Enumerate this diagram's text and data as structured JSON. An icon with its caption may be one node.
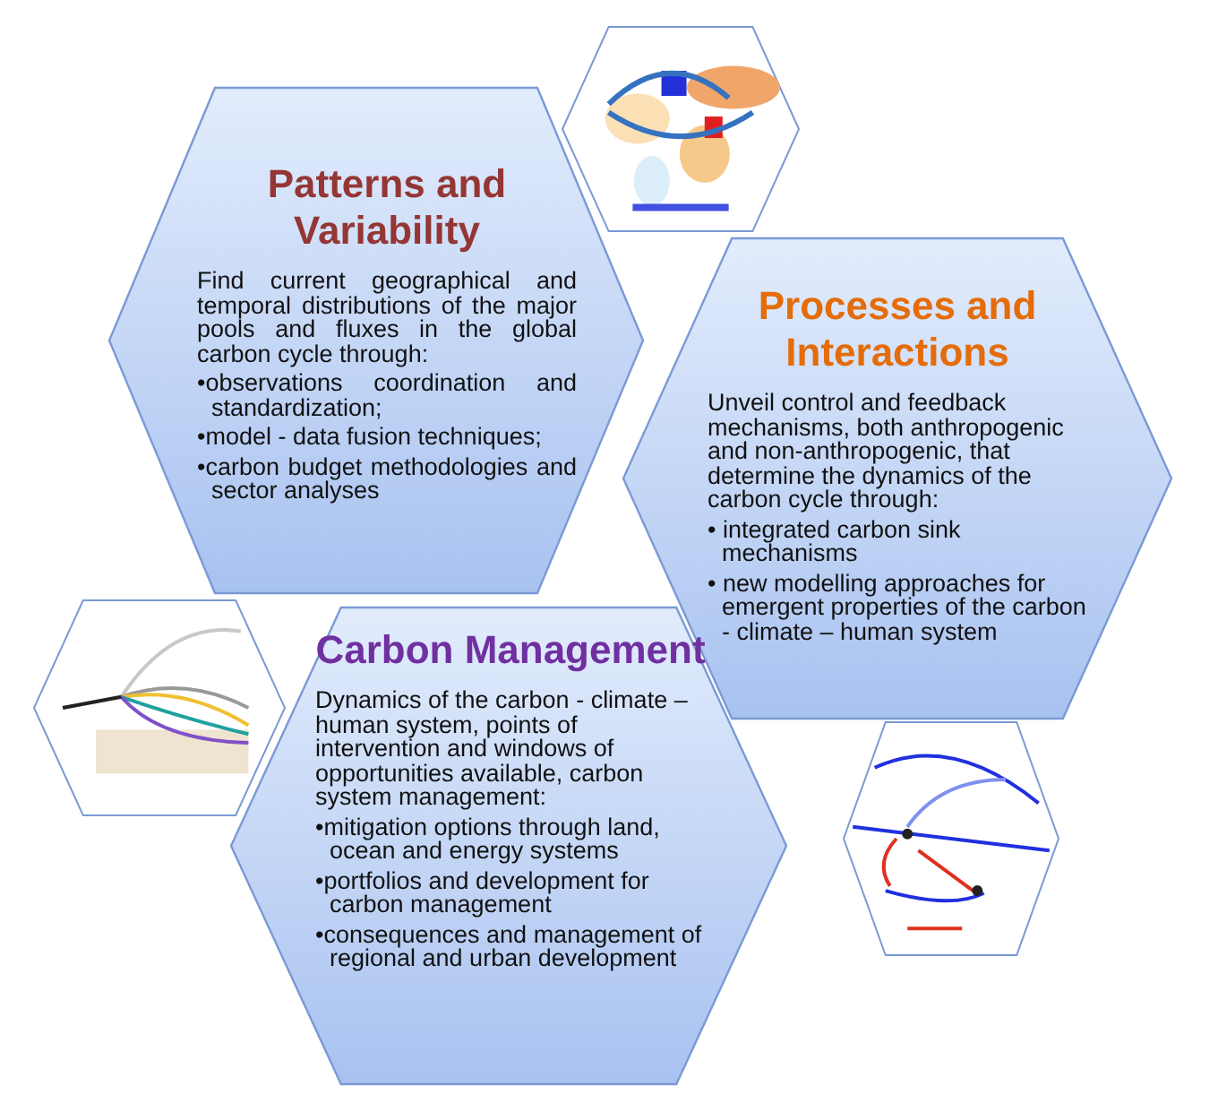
{
  "diagram": {
    "nodes": [
      {
        "text": [
          "Patterns and Variability",
          "Find current geographical and temporal distributions of the major pools and fluxes in the global carbon cycle through:",
          "•observations coordination and standardization;",
          "•model - data fusion techniques;",
          "•carbon budget methodologies and sector analyses"
        ]
      },
      {
        "text": [
          "Processes and Interactions",
          "Unveil control and feedback mechanisms, both anthropogenic and non-anthropogenic, that determine the dynamics of the carbon cycle through:",
          "• integrated carbon sink mechanisms",
          "• new modelling approaches for emergent properties of the carbon - climate – human system"
        ]
      },
      {
        "text": [
          "Carbon Management",
          "Dynamics of the carbon - climate – human system, points of intervention and windows of opportunities available, carbon system management:",
          "•mitigation options through land, ocean and energy systems",
          "•portfolios and development for carbon management",
          "•consequences and management of regional and urban development"
        ]
      }
    ]
  }
}
